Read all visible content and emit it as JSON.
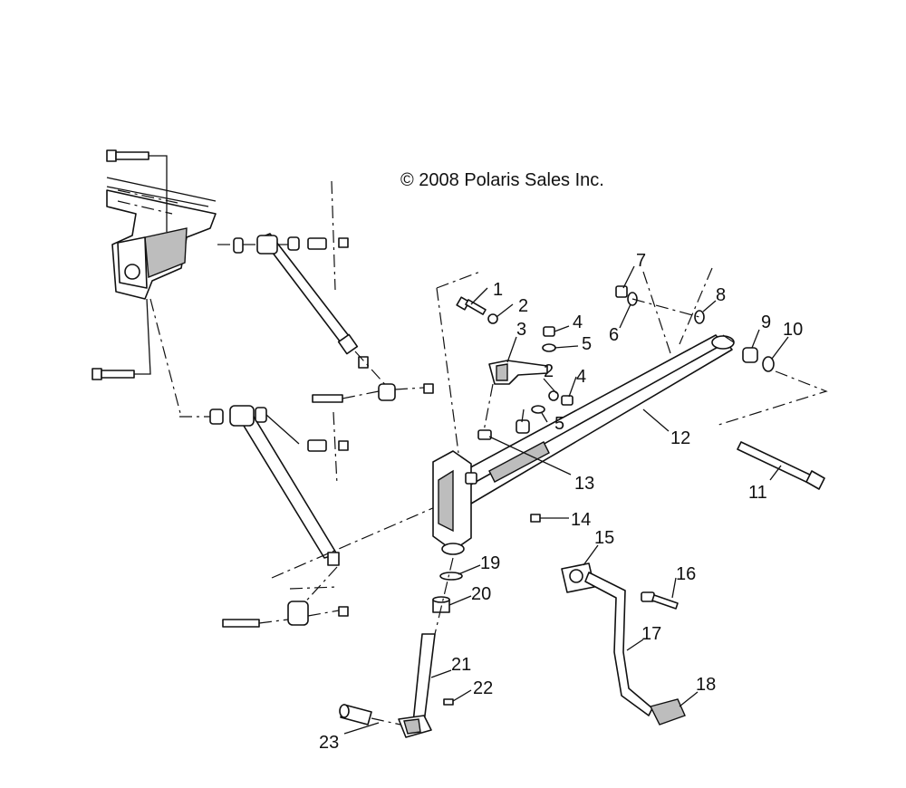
{
  "copyright": "© 2008 Polaris Sales Inc.",
  "callouts": [
    "1",
    "2",
    "3",
    "4",
    "5",
    "6",
    "7",
    "8",
    "9",
    "10",
    "11",
    "12",
    "13",
    "14",
    "15",
    "16",
    "17",
    "18",
    "19",
    "20",
    "21",
    "22",
    "23"
  ],
  "callouts_repeat": {
    "second_2": "2",
    "second_4": "4",
    "second_5": "5"
  }
}
